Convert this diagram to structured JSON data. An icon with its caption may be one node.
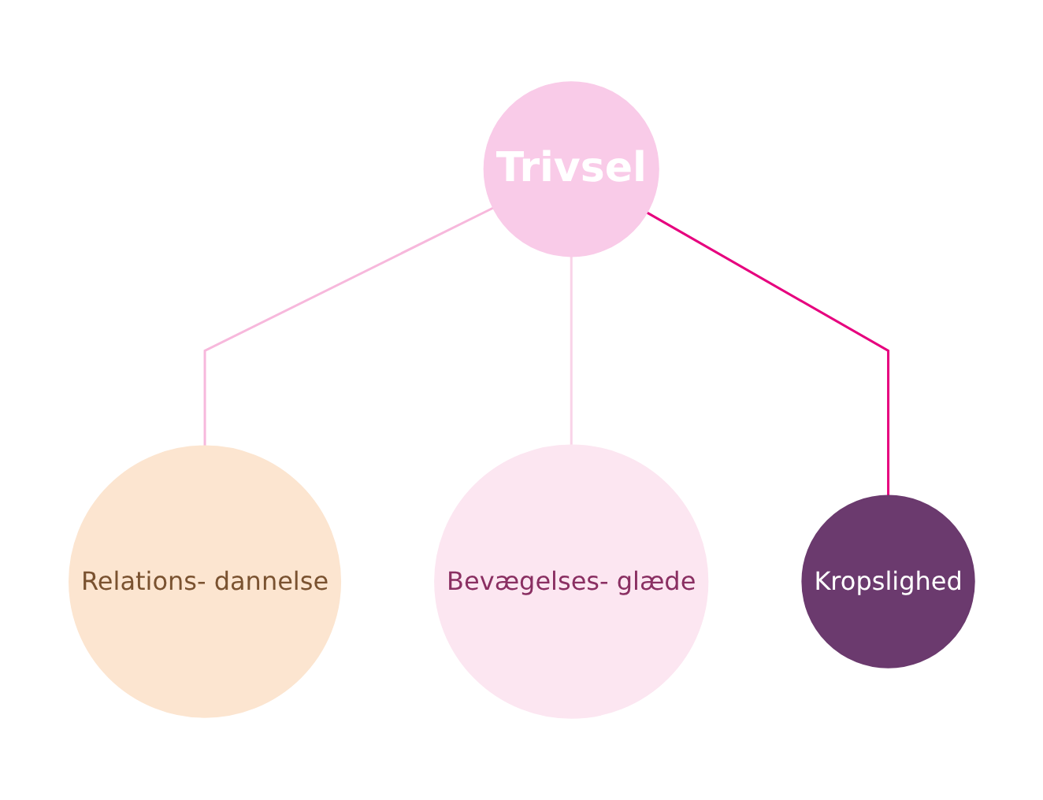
{
  "diagram": {
    "nodes": [
      {
        "text": [
          "Trivsel"
        ]
      },
      {
        "text": [
          "Relations- dannelse"
        ]
      },
      {
        "text": [
          "Bevægelses- glæde"
        ]
      },
      {
        "text": [
          "Kropslighed"
        ]
      }
    ],
    "edges": [
      {
        "from": 0,
        "to": 1,
        "arrow": "none",
        "color": "#f7b8dc"
      },
      {
        "from": 0,
        "to": 2,
        "arrow": "none",
        "color": "#f9d3e8"
      },
      {
        "from": 0,
        "to": 3,
        "arrow": "none",
        "color": "#e6007e"
      }
    ]
  }
}
